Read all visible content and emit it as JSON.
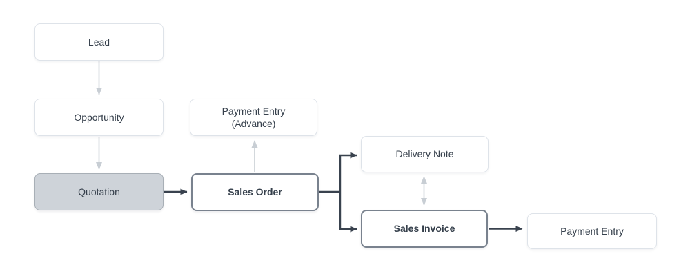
{
  "diagram": {
    "name": "Sales process flowchart",
    "background": "#FFFFFF",
    "nodes": {
      "lead": {
        "label": "Lead",
        "style": "light"
      },
      "opportunity": {
        "label": "Opportunity",
        "style": "light"
      },
      "quotation": {
        "label": "Quotation",
        "style": "filled"
      },
      "payment_entry_advance": {
        "line1": "Payment Entry",
        "line2": "(Advance)",
        "style": "light"
      },
      "sales_order": {
        "label": "Sales Order",
        "style": "strong"
      },
      "delivery_note": {
        "label": "Delivery Note",
        "style": "light"
      },
      "sales_invoice": {
        "label": "Sales Invoice",
        "style": "strong"
      },
      "payment_entry": {
        "label": "Payment Entry",
        "style": "light"
      }
    },
    "edges": [
      {
        "from": "Lead",
        "to": "Opportunity",
        "style": "light",
        "direction": "down"
      },
      {
        "from": "Opportunity",
        "to": "Quotation",
        "style": "light",
        "direction": "down"
      },
      {
        "from": "Quotation",
        "to": "Sales Order",
        "style": "dark",
        "direction": "right"
      },
      {
        "from": "Sales Order",
        "to": "Payment Entry (Advance)",
        "style": "light",
        "direction": "up"
      },
      {
        "from": "Sales Order",
        "to": "Delivery Note",
        "style": "dark",
        "direction": "branch-right"
      },
      {
        "from": "Sales Order",
        "to": "Sales Invoice",
        "style": "dark",
        "direction": "branch-right"
      },
      {
        "from": "Delivery Note",
        "to": "Sales Invoice",
        "style": "light",
        "bidirectional": true
      },
      {
        "from": "Sales Invoice",
        "to": "Payment Entry",
        "style": "dark",
        "direction": "right"
      }
    ],
    "colors": {
      "background": "#FFFFFF",
      "node_text": "#36404C",
      "light_node_border": "#DEE3E9",
      "strong_node_border": "#79828E",
      "quotation_fill": "#CED3D9",
      "quotation_border": "#A8AFB6",
      "dark_arrow": "#39424E",
      "light_arrow": "#C8CED4"
    }
  }
}
